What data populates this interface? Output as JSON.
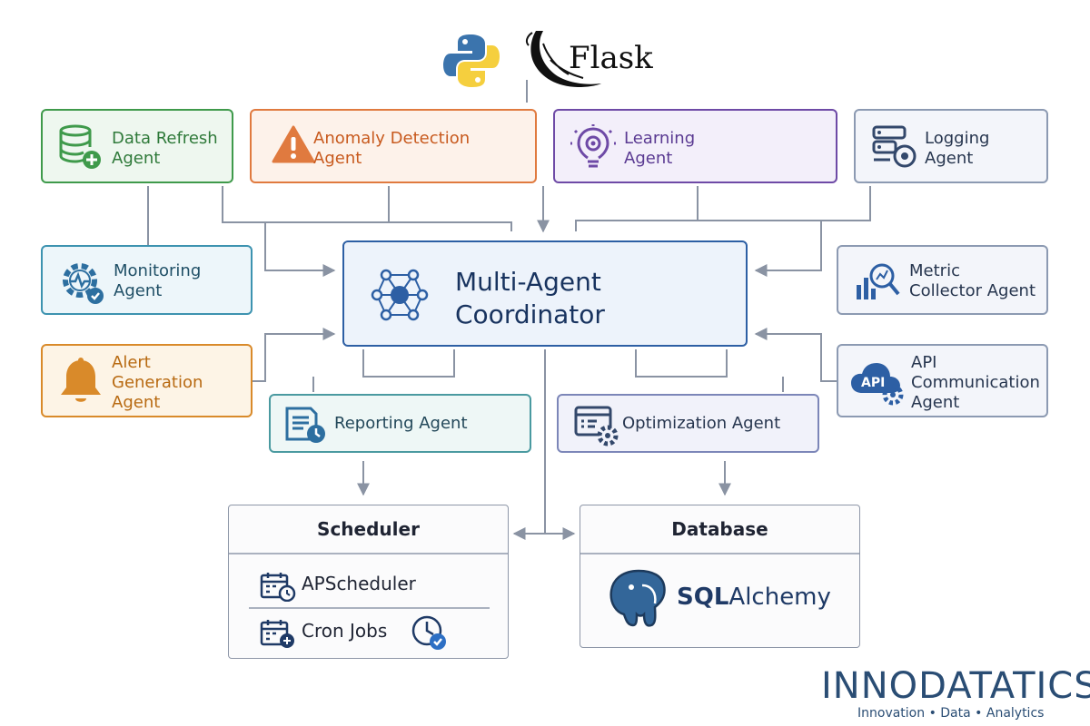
{
  "frameworks": {
    "flask": "Flask"
  },
  "agents": {
    "data_refresh": "Data Refresh\nAgent",
    "anomaly": "Anomaly Detection\nAgent",
    "learning": "Learning\nAgent",
    "logging": "Logging\nAgent",
    "monitoring": "Monitoring\nAgent",
    "metric": "Metric\nCollector Agent",
    "alert": "Alert\nGeneration\nAgent",
    "api": "API\nCommunication\nAgent",
    "reporting": "Reporting Agent",
    "optimization": "Optimization Agent"
  },
  "coordinator": {
    "title": "Multi-Agent\nCoordinator"
  },
  "scheduler": {
    "title": "Scheduler",
    "items": [
      "APScheduler",
      "Cron Jobs"
    ]
  },
  "database": {
    "title": "Database",
    "orm_bold": "SQL",
    "orm_rest": "Alchemy",
    "api_badge": "API"
  },
  "brand": {
    "name": "INNODATATICS",
    "tagline": "Innovation • Data • Analytics"
  },
  "colors": {
    "green": "#3f9a4b",
    "orange": "#e07a3f",
    "purple": "#6e4aa6",
    "blue": "#2d5fa4",
    "amber": "#d98a2a",
    "slate": "#8c9ab2",
    "brand": "#2a4d74"
  }
}
